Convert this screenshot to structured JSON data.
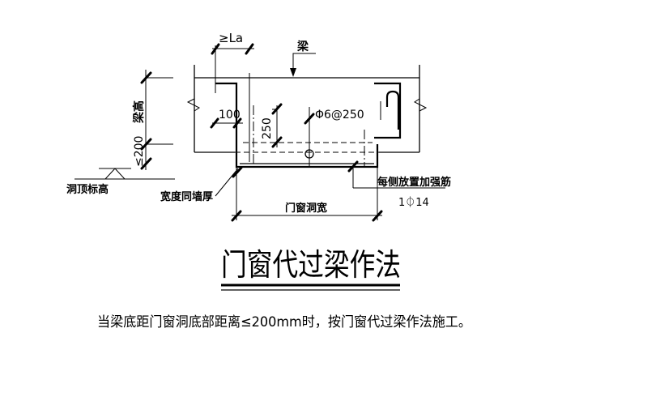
{
  "labels": {
    "anchor_length": "≥La",
    "beam": "梁",
    "beam_height": "梁高",
    "dim_100": "100",
    "dim_250": "250",
    "stirrup": "Φ6@250",
    "max_gap": "≤200",
    "opening_top_elev": "洞顶标高",
    "width_same_as_wall": "宽度同墙厚",
    "opening_width": "门窗洞宽",
    "extra_bar_each_side": "每侧放置加强筋",
    "extra_bar_spec": "1⏀14"
  },
  "title": "门窗代过梁作法",
  "note": "当梁底距门窗洞底部距离≤200mm时，按门窗代过梁作法施工。"
}
